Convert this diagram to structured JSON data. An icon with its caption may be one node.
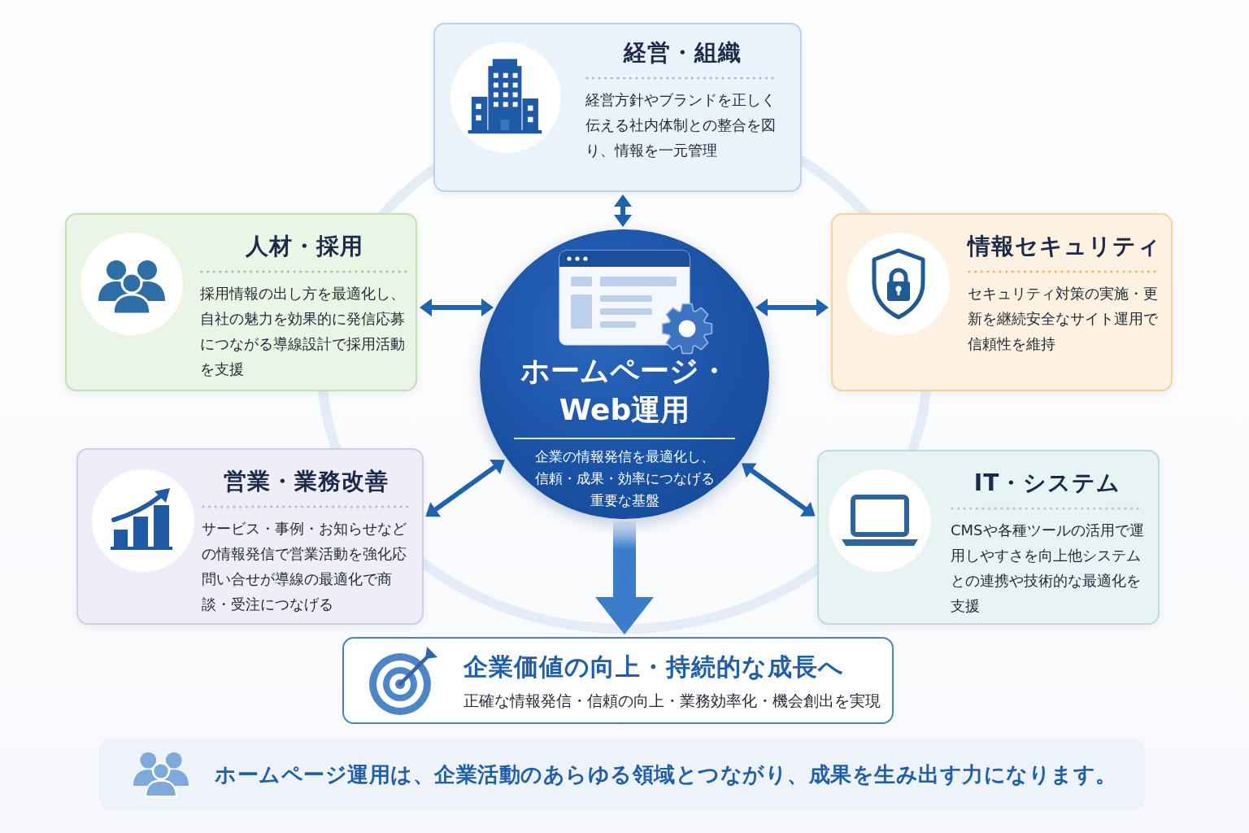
{
  "diagram": {
    "nodes": [
      {
        "text": [
          "経営・組織",
          "経営方針やブランドを正しく伝える社内体制との整合を図り、情報を一元管理"
        ]
      },
      {
        "text": [
          "人材・採用",
          "採用情報の出し方を最適化し、自社の魅力を効果的に発信応募につながる導線設計で採用活動を支援"
        ]
      },
      {
        "text": [
          "情報セキュリティ",
          "セキュリティ対策の実施・更新を継続安全なサイト運用で信頼性を維持"
        ]
      },
      {
        "text": [
          "ホームページ・Web運用",
          "企業の情報発信を最適化し、信頼・成果・効率につなげる重要な基盤"
        ]
      },
      {
        "text": [
          "営業・業務改善",
          "サービス・事例・お知らせなどの情報発信で営業活動を強化応問い合せが導線の最適化で商談・受注につなげる"
        ]
      },
      {
        "text": [
          "IT・システム",
          "CMSや各種ツールの活用で運用しやすさを向上他システムとの連携や技術的な最適化を支援"
        ]
      },
      {
        "text": [
          "企業価値の向上・持続的な成長へ",
          "正確な情報発信・信頼の向上・業務効率化・機会創出を実現"
        ]
      },
      {
        "text": [
          "ホームページ運用は、企業活動のあらゆる領域とつながり、成果を生み出す力になります。"
        ]
      }
    ],
    "edges": [
      {
        "from": 3,
        "to": 0,
        "arrow": "both"
      },
      {
        "from": 3,
        "to": 1,
        "arrow": "both"
      },
      {
        "from": 3,
        "to": 2,
        "arrow": "both"
      },
      {
        "from": 3,
        "to": 4,
        "arrow": "both"
      },
      {
        "from": 3,
        "to": 5,
        "arrow": "both"
      },
      {
        "from": 3,
        "to": 6,
        "arrow": "to",
        "style": "thick",
        "color": "#3b7dcc"
      }
    ]
  }
}
